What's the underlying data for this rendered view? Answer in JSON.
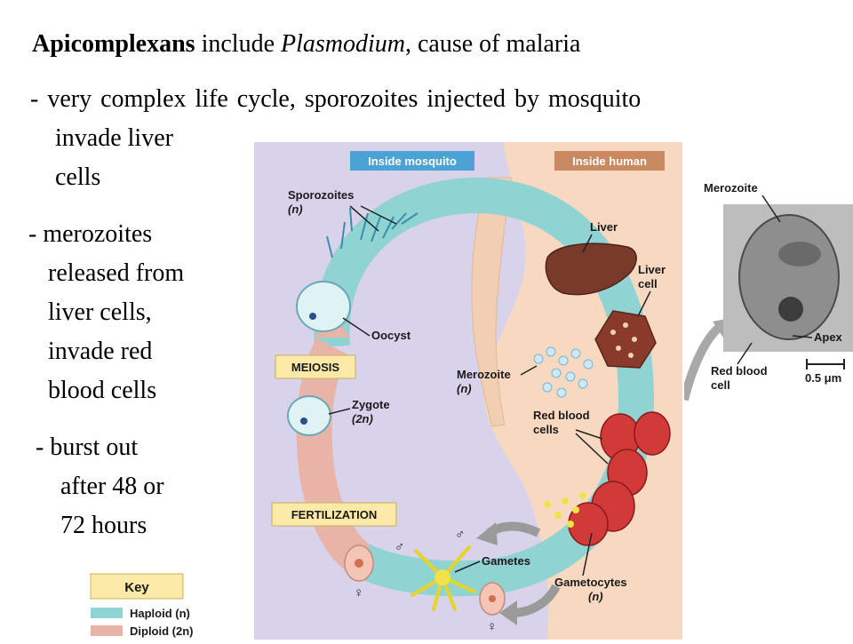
{
  "title": {
    "bold": "Apicomplexans",
    "mid": " include ",
    "italic": "Plasmodium",
    "end": ", cause of malaria"
  },
  "bullets": {
    "b1_line1": "- very complex life cycle, sporozoites injected by mosquito",
    "b1_line2": "invade liver",
    "b1_line3": "cells",
    "b2_line1": "- merozoites",
    "b2_line2": "released from",
    "b2_line3": "liver cells,",
    "b2_line4": "invade red",
    "b2_line5": "blood cells",
    "b3_line1": "- burst out",
    "b3_line2": "after 48 or",
    "b3_line3": "72 hours"
  },
  "diagram": {
    "inside_mosquito": "Inside mosquito",
    "inside_human": "Inside human",
    "sporozoites": "Sporozoites",
    "sporozoites_n": "(n)",
    "oocyst": "Oocyst",
    "meiosis": "MEIOSIS",
    "zygote": "Zygote",
    "zygote_n": "(2n)",
    "fertilization": "FERTILIZATION",
    "liver": "Liver",
    "liver_cell_1": "Liver",
    "liver_cell_2": "cell",
    "merozoite": "Merozoite",
    "merozoite_n": "(n)",
    "red_blood_1": "Red blood",
    "red_blood_2": "cells",
    "gametes": "Gametes",
    "gametocytes": "Gametocytes",
    "gametocytes_n": "(n)",
    "male_symbol": "♂",
    "female_symbol": "♀"
  },
  "micrograph": {
    "merozoite": "Merozoite",
    "apex": "Apex",
    "red_blood_1": "Red blood",
    "red_blood_2": "cell",
    "scale": "0.5 μm"
  },
  "key": {
    "title": "Key",
    "haploid": "Haploid (n)",
    "diploid": "Diploid (2n)",
    "haploid_color": "#8fd3d3",
    "diploid_color": "#e8b4a8"
  }
}
